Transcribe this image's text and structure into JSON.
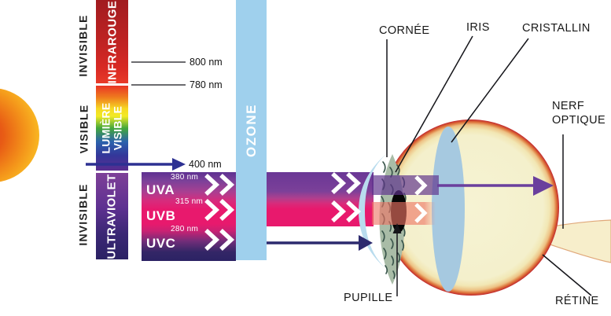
{
  "figure": {
    "left_panel": {
      "invisible_top": "INVISIBLE",
      "visible": "VISIBLE",
      "invisible_bottom": "INVISIBLE",
      "infrared_bar": "INFRAROUGE",
      "visible_bar_line1": "LUMIÈRE",
      "visible_bar_line2": "VISIBLE",
      "ultraviolet_bar": "ULTRAVIOLET",
      "tick_800": "800 nm",
      "tick_780": "780 nm",
      "tick_400": "400 nm"
    },
    "uv_bands": [
      {
        "name": "UVA",
        "upper_bound": "380 nm"
      },
      {
        "name": "UVB",
        "upper_bound": "315 nm"
      },
      {
        "name": "UVC",
        "upper_bound": "280 nm"
      }
    ],
    "ozone_label": "OZONE",
    "eye_labels": {
      "cornea": "CORNÉE",
      "iris": "IRIS",
      "lens": "CRISTALLIN",
      "optic_nerve_line1": "NERF",
      "optic_nerve_line2": "OPTIQUE",
      "pupil": "PUPILLE",
      "retina": "RÉTINE"
    },
    "colors": {
      "ozone_blue": "#9fd0ed",
      "uva_purple": "#6a3795",
      "uvb_pink": "#e8196d",
      "uvc_navy": "#2b2264",
      "wavelength_arrow_navy": "#2d3192",
      "uva_arrow_purple": "#6a3f9d",
      "eye_cream": "#f4f1ce",
      "eye_rim_red": "#c1272d",
      "iris_green": "#a9bca7",
      "lens_blue": "#a6c9e0",
      "cornea_blue": "#b9dcee",
      "sun_core_orange": "#dd3b1e",
      "sun_edge_yellow": "#fdd835"
    }
  }
}
